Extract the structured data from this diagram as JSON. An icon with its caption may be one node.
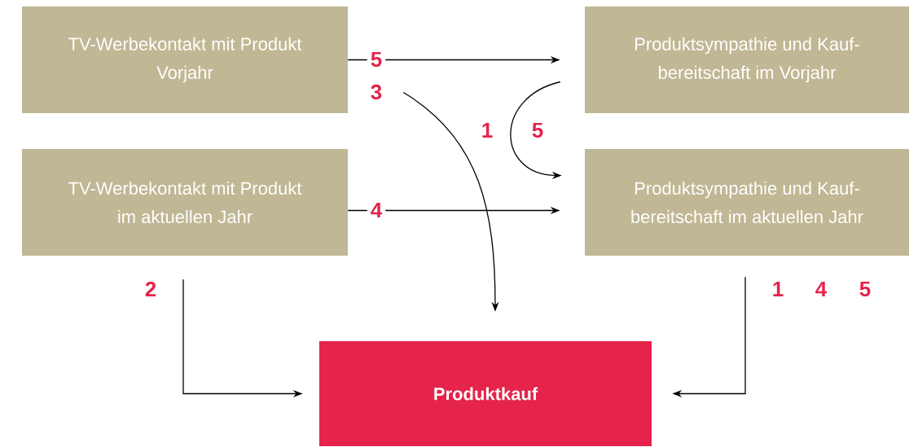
{
  "diagram": {
    "nodes": [
      {
        "text": [
          "TV-Werbekontakt mit Produkt Vorjahr"
        ]
      },
      {
        "text": [
          "Produktsympathie und Kauf- bereitschaft im Vorjahr"
        ]
      },
      {
        "text": [
          "TV-Werbekontakt mit Produkt im aktuellen Jahr"
        ]
      },
      {
        "text": [
          "Produktsympathie und Kauf- bereitschaft im aktuellen Jahr"
        ]
      },
      {
        "text": [
          "Produktkauf"
        ]
      }
    ],
    "edges": [
      {
        "from": 0,
        "to": 1,
        "arrow": "to",
        "label": "5"
      },
      {
        "from": 0,
        "to": 4,
        "arrow": "to",
        "label": "3"
      },
      {
        "from": 1,
        "to": 3,
        "arrow": "to",
        "label": "1"
      },
      {
        "from": 2,
        "to": 3,
        "arrow": "to",
        "label": "4"
      },
      {
        "from": 2,
        "to": 4,
        "arrow": "to",
        "label": "2"
      },
      {
        "from": 3,
        "to": 4,
        "arrow": "to",
        "label": "1"
      }
    ],
    "labels": [
      "5",
      "4",
      "5"
    ]
  }
}
